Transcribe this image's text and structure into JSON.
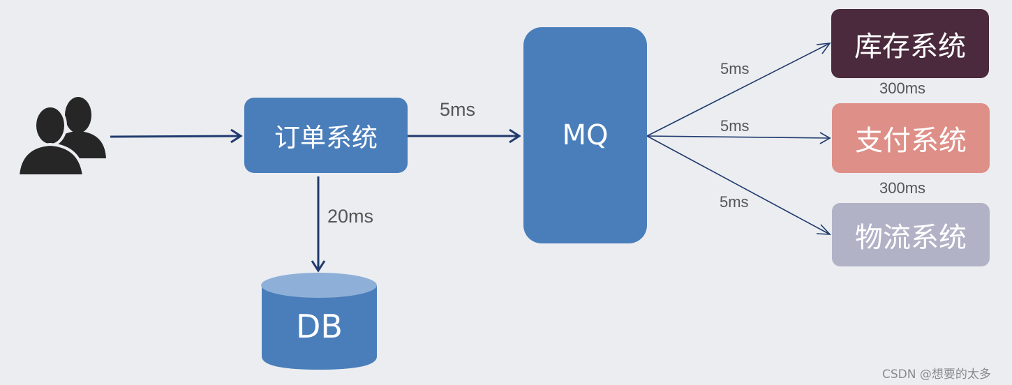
{
  "colors": {
    "background": "#ebedf0",
    "arrow": "#1f3a6e",
    "order_box": "#4a7ebb",
    "mq_box": "#4a7ebb",
    "db_body": "#4a7ebb",
    "db_top": "#8eb0d8",
    "inventory_box": "#4a2a3c",
    "payment_box": "#de8f87",
    "logistics_box": "#b1b2c6",
    "users_icon": "#262626"
  },
  "icons": {
    "users": "users-icon"
  },
  "nodes": {
    "order": "订单系统",
    "mq": "MQ",
    "db": "DB",
    "inventory": "库存系统",
    "payment": "支付系统",
    "logistics": "物流系统"
  },
  "edges": {
    "order_to_mq": "5ms",
    "order_to_db": "20ms",
    "mq_to_inventory": "5ms",
    "mq_to_payment": "5ms",
    "mq_to_logistics": "5ms",
    "inventory_time": "300ms",
    "payment_time": "300ms"
  },
  "watermark": "CSDN @想要的太多"
}
